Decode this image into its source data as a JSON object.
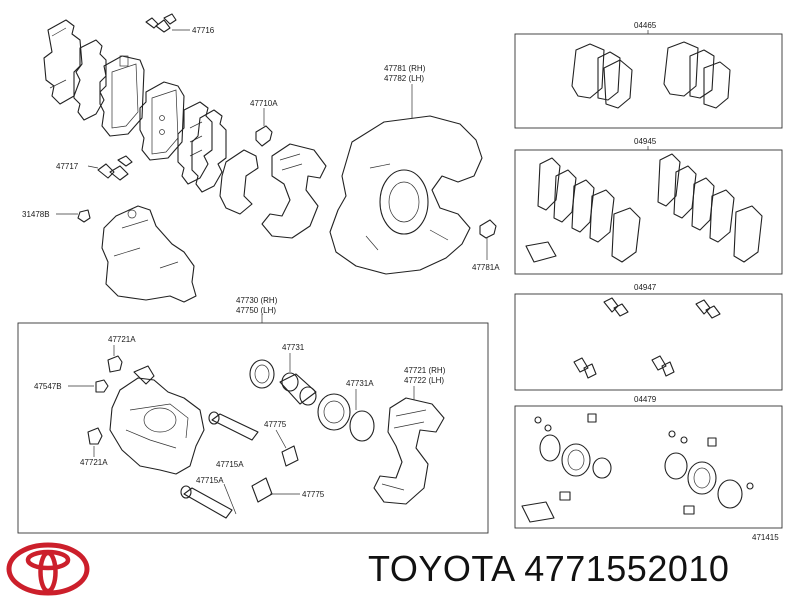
{
  "brand_text": "TOYOTA 4771552010",
  "diagram_code": "471415",
  "colors": {
    "logo": "#cc1f2b",
    "line": "#222222"
  },
  "labels": {
    "l47716": "47716",
    "l47710A": "47710A",
    "l47717": "47717",
    "l31478B": "31478B",
    "l47781rh": "47781 (RH)",
    "l47782lh": "47782 (LH)",
    "l47781A": "47781A",
    "l47730rh": "47730 (RH)",
    "l47750lh": "47750 (LH)",
    "l47721A_top": "47721A",
    "l47547B": "47547B",
    "l47721A_bot": "47721A",
    "l47731": "47731",
    "l47731A": "47731A",
    "l47721rh": "47721 (RH)",
    "l47722lh": "47722 (LH)",
    "l47775_a": "47775",
    "l47715A_a": "47715A",
    "l47715A_b": "47715A",
    "l47775_b": "47775",
    "l04465": "04465",
    "l04945": "04945",
    "l04947": "04947",
    "l04479": "04479"
  }
}
